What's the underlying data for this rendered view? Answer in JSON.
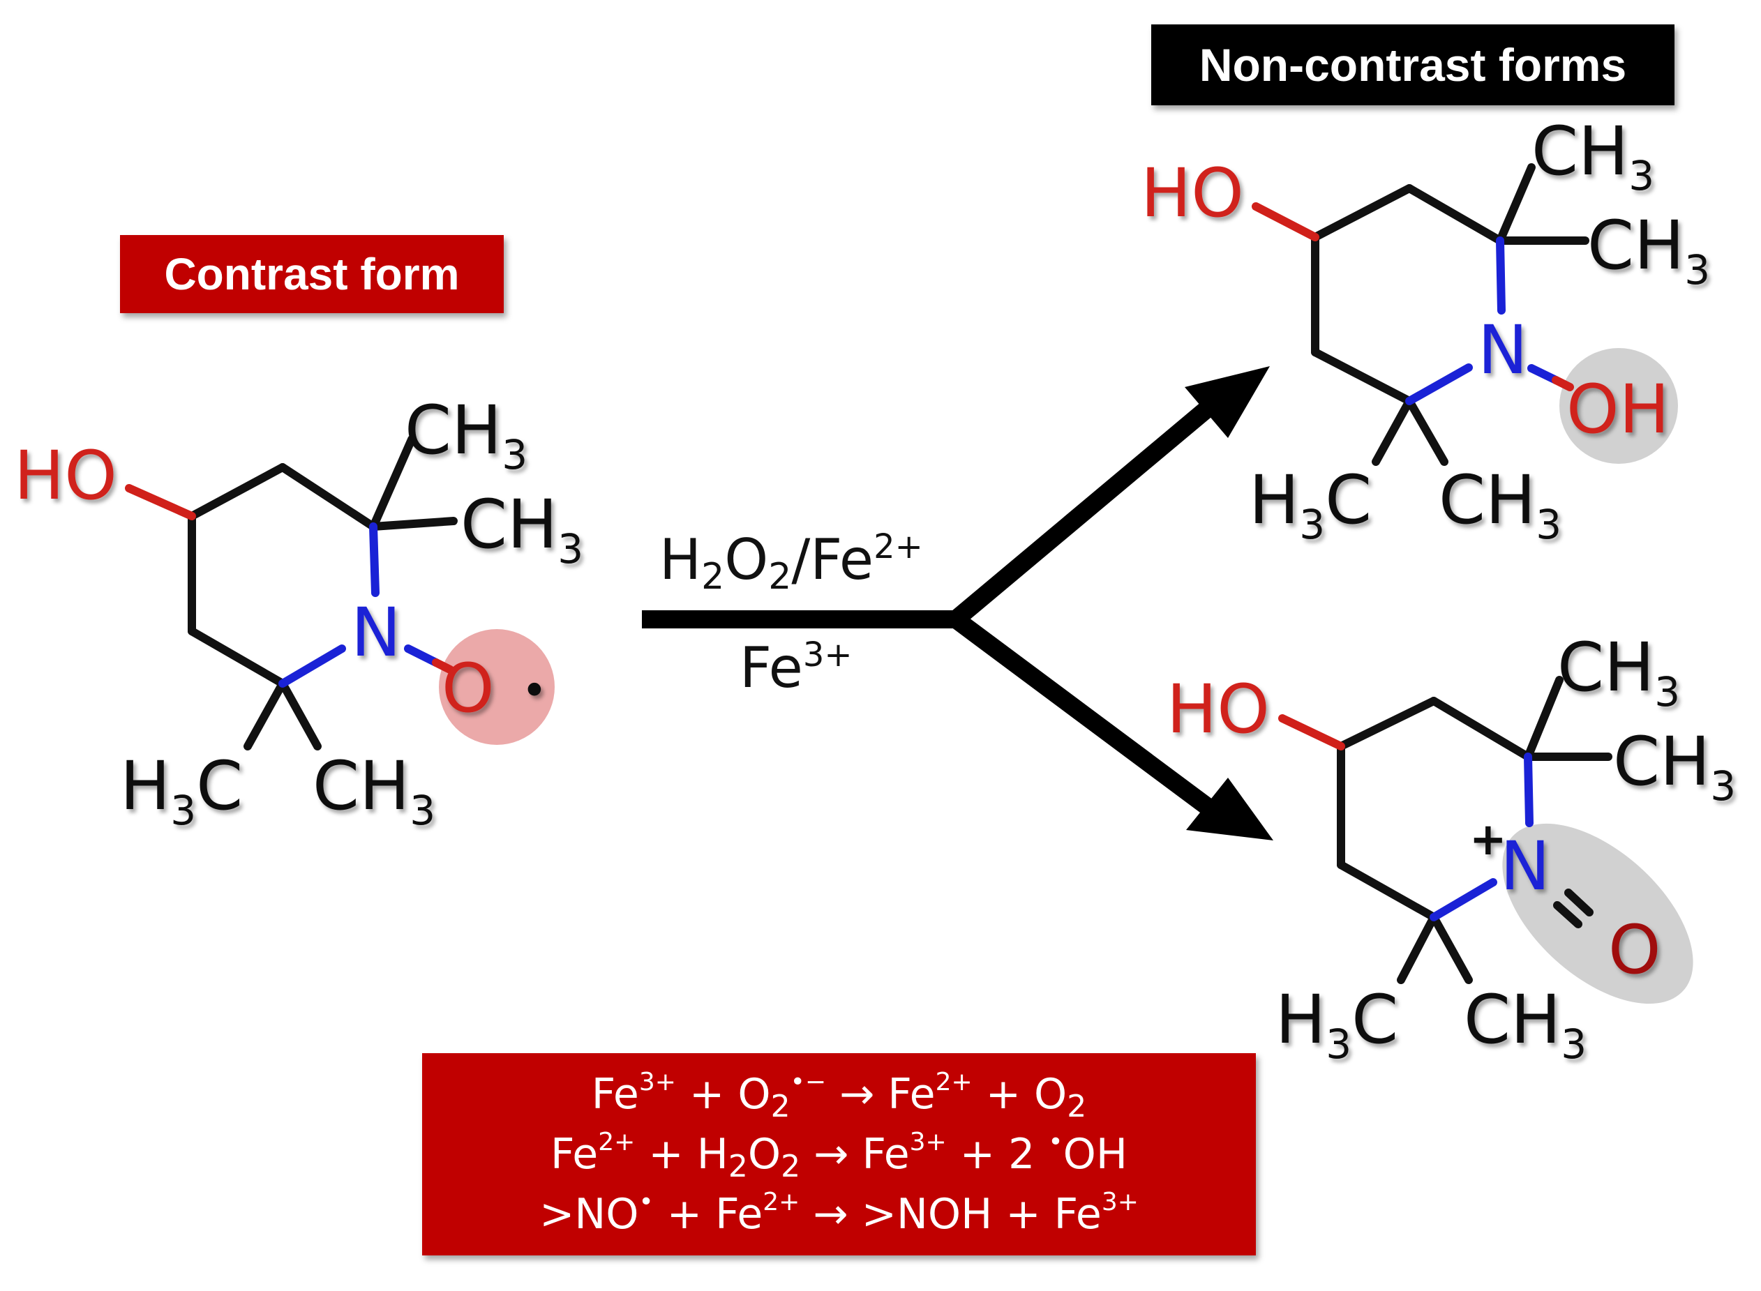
{
  "labels": {
    "contrast_form": "Contrast form",
    "non_contrast_forms": "Non-contrast forms"
  },
  "reagents": {
    "top": {
      "a": "H",
      "a_sub": "2",
      "b": "O",
      "b_sub": "2",
      "c": "/Fe",
      "c_sup": "2+"
    },
    "bottom": {
      "a": "Fe",
      "a_sup": "3+"
    }
  },
  "molecules": {
    "ho": "HO",
    "ch": "CH",
    "h": "H",
    "c": "C",
    "n": "N",
    "o": "O",
    "oh": "OH",
    "sub3": "3",
    "plus": "+",
    "radical_dot": "•"
  },
  "equations": [
    {
      "p1": "Fe",
      "s1": "3+",
      "p2": " + O",
      "b2": "2",
      "s2": "•−",
      "p3": " → Fe",
      "s3": "2+",
      "p4": " + O",
      "b4": "2"
    },
    {
      "p1": "Fe",
      "s1": "2+",
      "p2": " + H",
      "b2": "2",
      "p3": "O",
      "b3": "2",
      "p4": " → Fe",
      "s4": "3+",
      "p5": " + 2 ",
      "s5": "•",
      "p6": "OH"
    },
    {
      "p1": ">NO",
      "s1": "•",
      "p2": " + Fe",
      "s2": "2+",
      "p3": " → >NOH + Fe",
      "s3": "3+"
    }
  ],
  "colors": {
    "red_box": "#c00000",
    "black_box": "#000000",
    "heteroatom_red": "#d0201a",
    "nitrogen_blue": "#1a22d6",
    "highlight_pink": "#e89a9a",
    "highlight_gray": "#cccccc",
    "bond_black": "#111111"
  }
}
